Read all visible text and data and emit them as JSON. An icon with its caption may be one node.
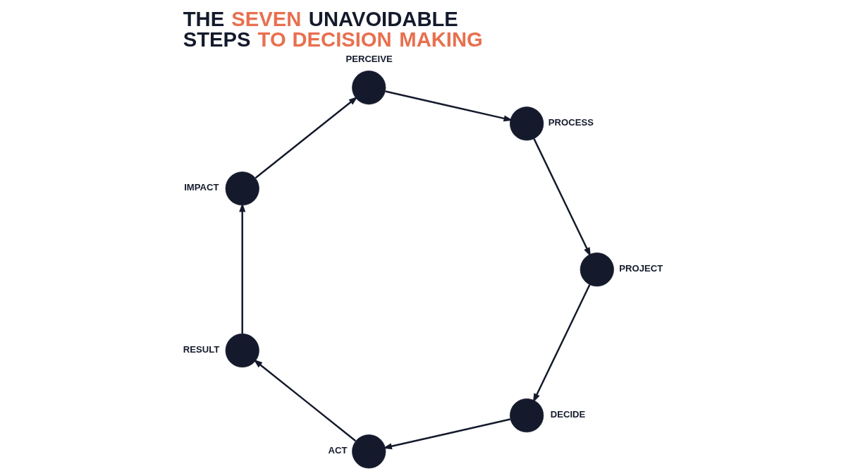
{
  "diagram": {
    "title": "THE SEVEN UNAVOIDABLE STEPS TO DECISION MAKING",
    "nodes": [
      {
        "text": [],
        "shape": "circle",
        "beside": [
          "PERCEIVE"
        ]
      },
      {
        "text": [],
        "shape": "circle",
        "beside": [
          "PROCESS"
        ]
      },
      {
        "text": [],
        "shape": "circle",
        "beside": [
          "PROJECT"
        ]
      },
      {
        "text": [],
        "shape": "circle",
        "beside": [
          "DECIDE"
        ]
      },
      {
        "text": [],
        "shape": "circle",
        "beside": [
          "ACT"
        ]
      },
      {
        "text": [],
        "shape": "circle",
        "beside": [
          "RESULT"
        ]
      },
      {
        "text": [],
        "shape": "circle",
        "beside": [
          "IMPACT"
        ]
      }
    ],
    "edges": [
      {
        "from": 0,
        "to": 1,
        "arrow": "to"
      },
      {
        "from": 1,
        "to": 2,
        "arrow": "to"
      },
      {
        "from": 2,
        "to": 3,
        "arrow": "to"
      },
      {
        "from": 3,
        "to": 4,
        "arrow": "to"
      },
      {
        "from": 4,
        "to": 5,
        "arrow": "to"
      },
      {
        "from": 5,
        "to": 6,
        "arrow": "to"
      },
      {
        "from": 6,
        "to": 0,
        "arrow": "to"
      }
    ]
  }
}
